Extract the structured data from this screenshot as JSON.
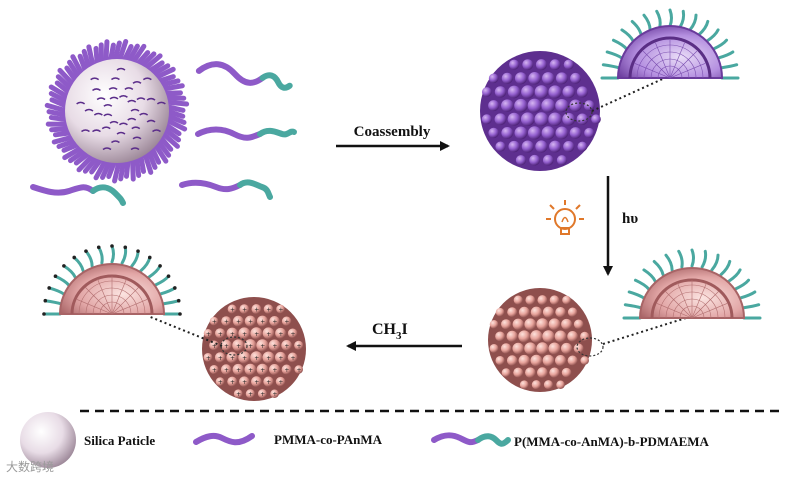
{
  "diagram": {
    "steps": {
      "coassembly": "Coassembly",
      "irradiation": "hυ",
      "methylation": {
        "main": "CH",
        "sub": "3",
        "tail": "I"
      }
    },
    "legend": {
      "silica": "Silica Paticle",
      "homopolymer": "PMMA-co-PAnMA",
      "block_copolymer": "P(MMA-co-AnMA)-b-PDMAEMA"
    },
    "watermark": "大数跨境",
    "colors": {
      "purple": "#8e5ac8",
      "purple_dark": "#5b2d8a",
      "teal": "#4aa8a0",
      "pink": "#e7a39b",
      "pink_dark": "#b96f6c",
      "silica": "#e8dfe6",
      "lamp": "#e0782a"
    }
  }
}
